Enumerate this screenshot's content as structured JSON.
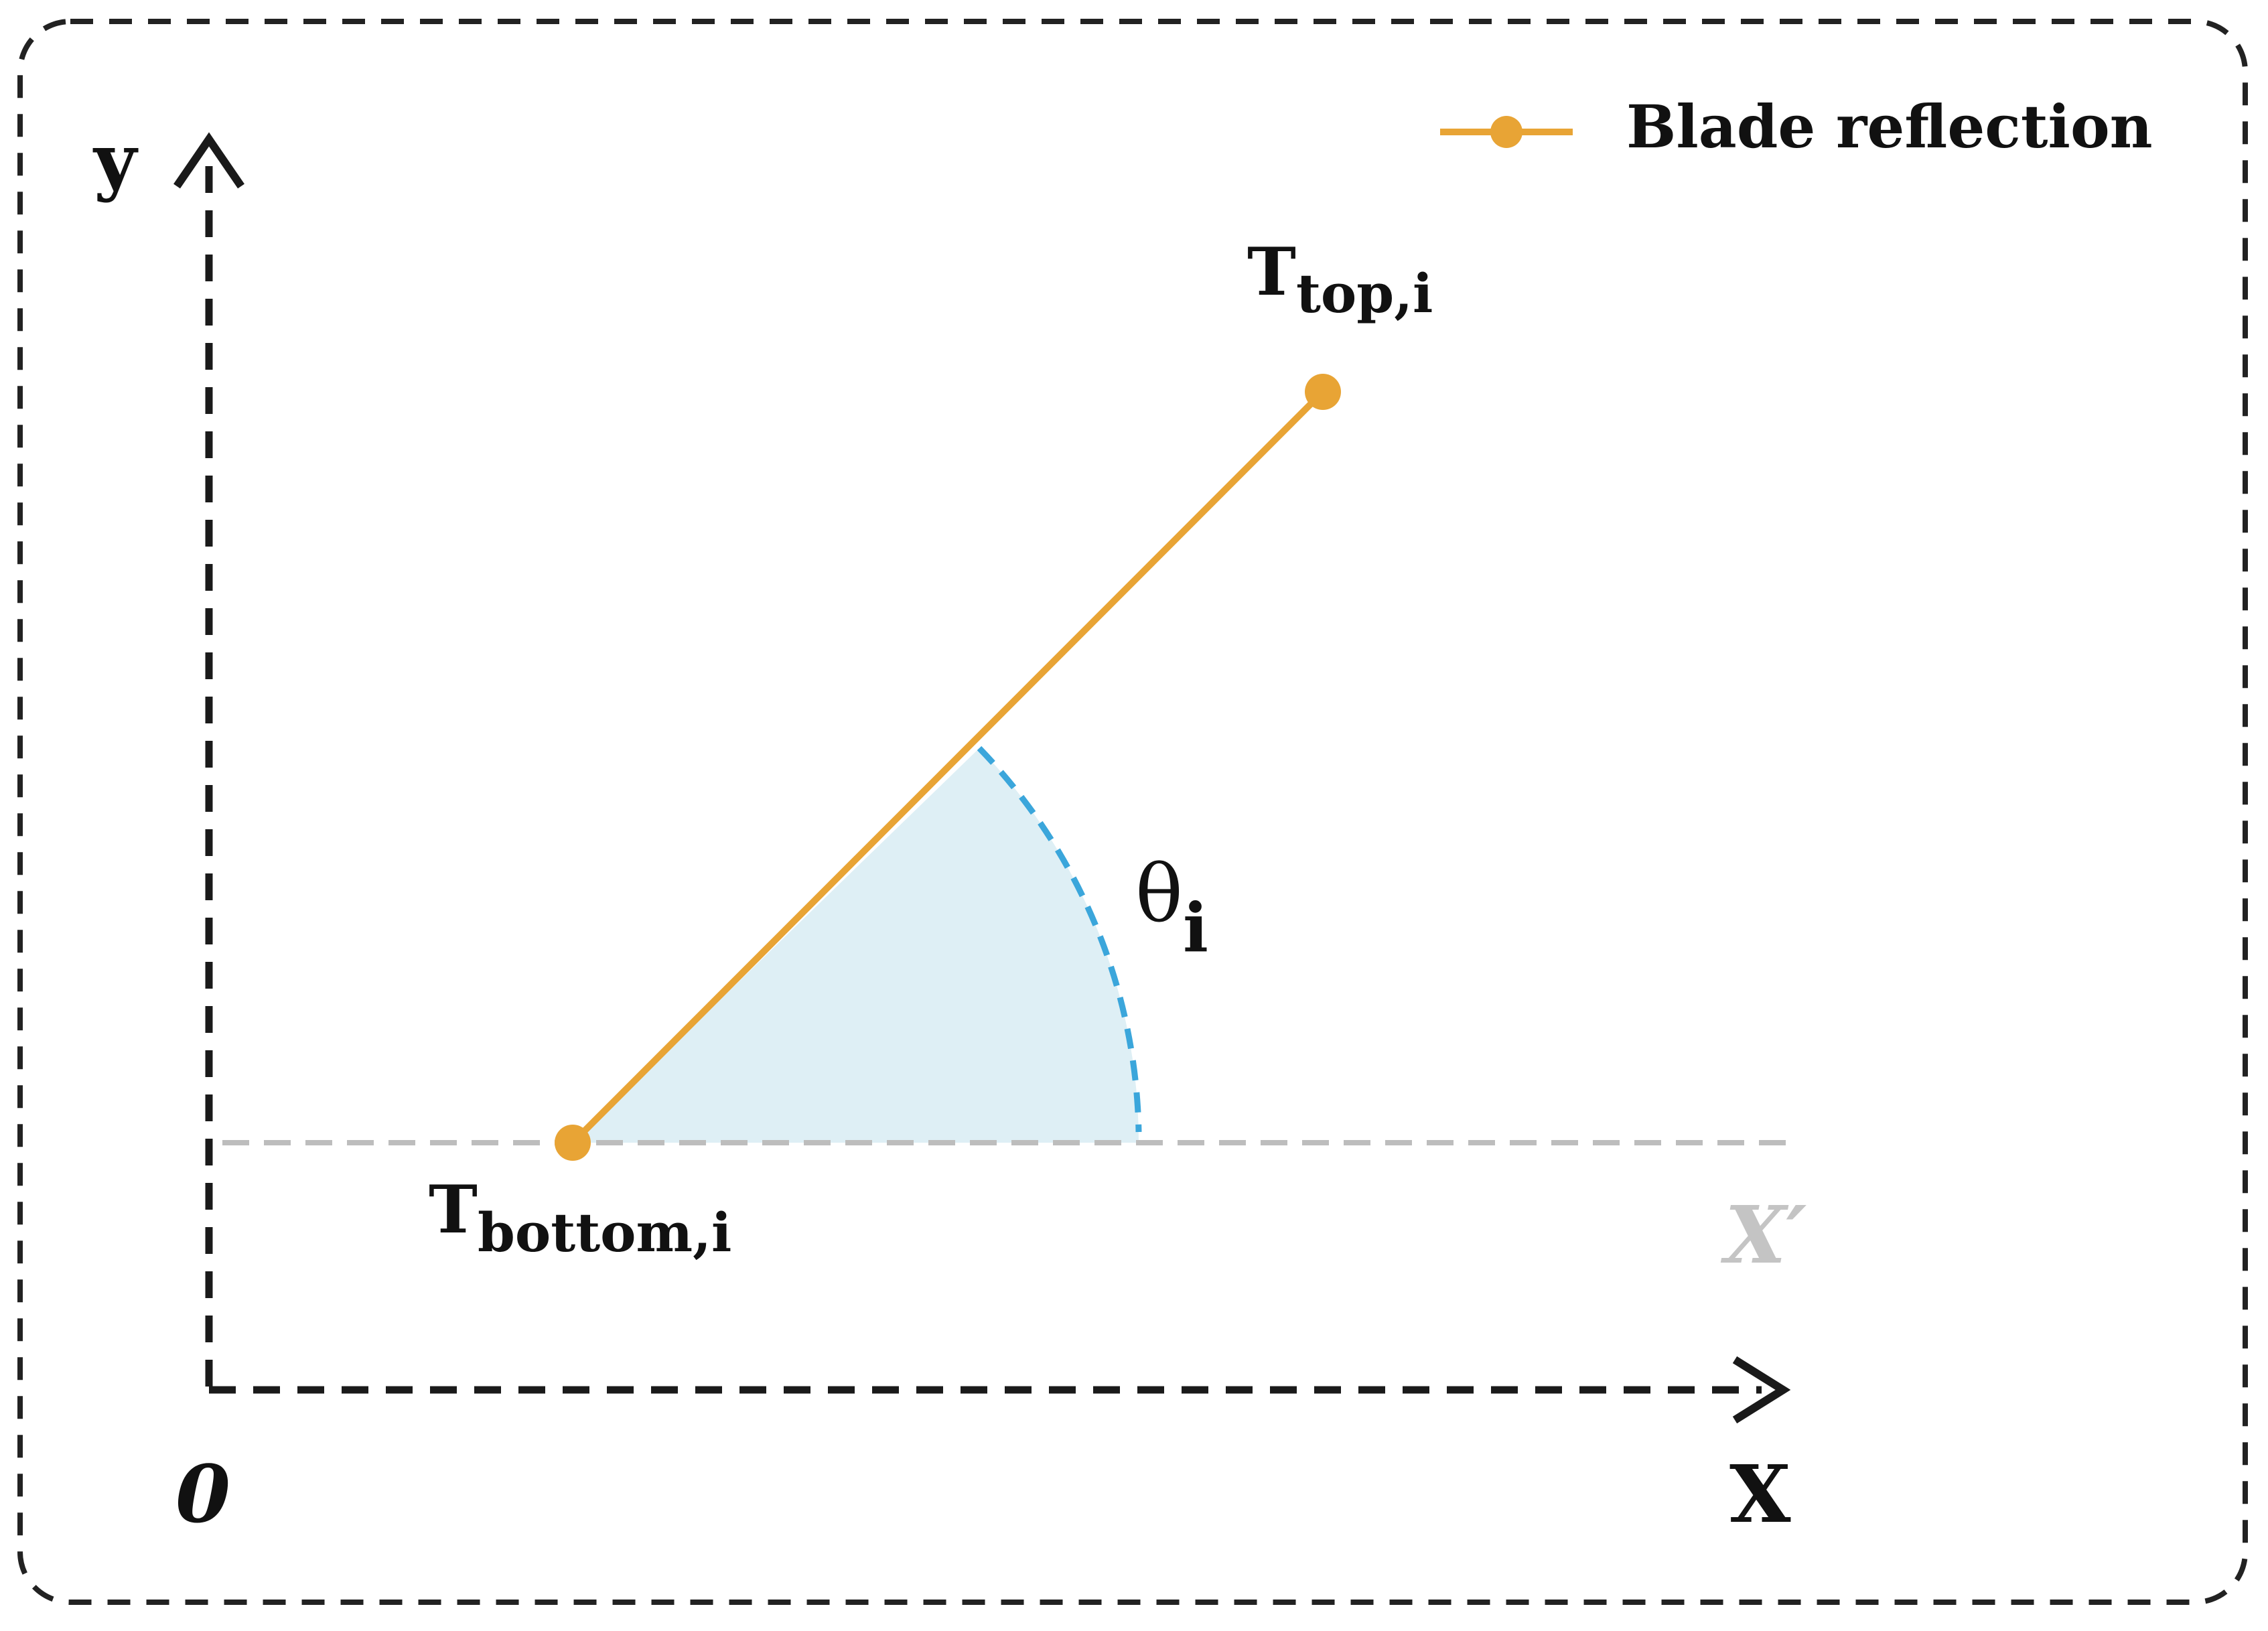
{
  "legend": {
    "label": "Blade reflection"
  },
  "axes": {
    "y_label": "y",
    "x_label": "X",
    "origin_label": "0",
    "reference_label": "X′"
  },
  "points": {
    "top": {
      "base": "T",
      "sub": "top,i"
    },
    "bottom": {
      "base": "T",
      "sub": "bottom,i"
    }
  },
  "angle": {
    "base": "θ",
    "sub": "i"
  },
  "colors": {
    "blade": "#E8A435",
    "angle_fill": "#DEEFF5",
    "angle_arc": "#3BA6DB",
    "axis": "#1a1a1a",
    "reference_line": "#BDBDBD"
  }
}
